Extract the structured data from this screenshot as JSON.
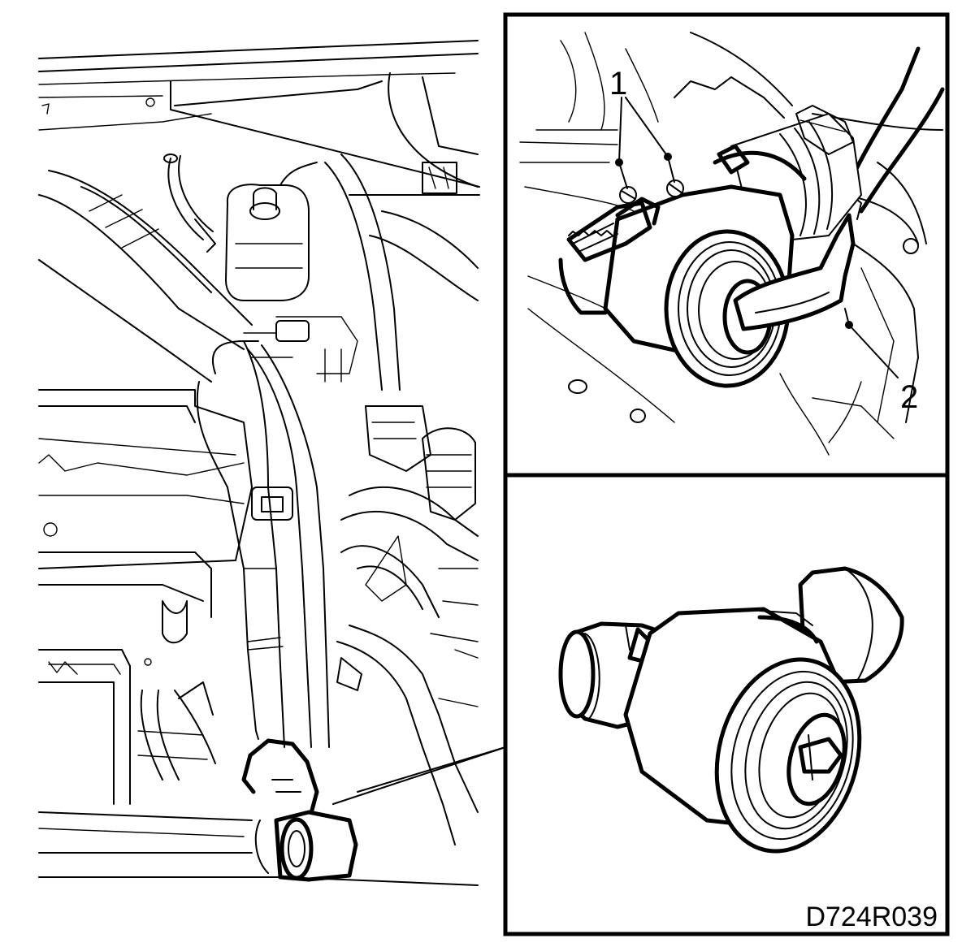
{
  "figure": {
    "drawing_code": "D724R039",
    "callouts": [
      {
        "id": "1",
        "label": "1"
      },
      {
        "id": "2",
        "label": "2"
      }
    ]
  }
}
